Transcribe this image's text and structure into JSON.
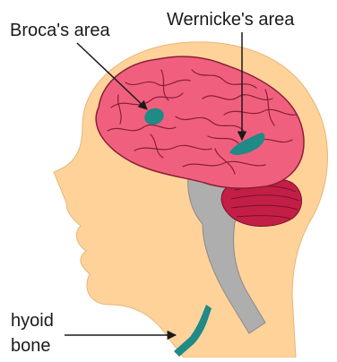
{
  "labels": {
    "broca": "Broca's area",
    "wernicke": "Wernicke's area",
    "hyoid_line1": "hyoid",
    "hyoid_line2": "bone"
  },
  "colors": {
    "background": "#ffffff",
    "skin": "#ffd29a",
    "cerebrum": "#f0607e",
    "cerebrum_outline": "#8a1e36",
    "cerebellum": "#c31f46",
    "brainstem": "#aeaeae",
    "region_highlight": "#1f8a86",
    "arrow": "#1a1a1a"
  }
}
